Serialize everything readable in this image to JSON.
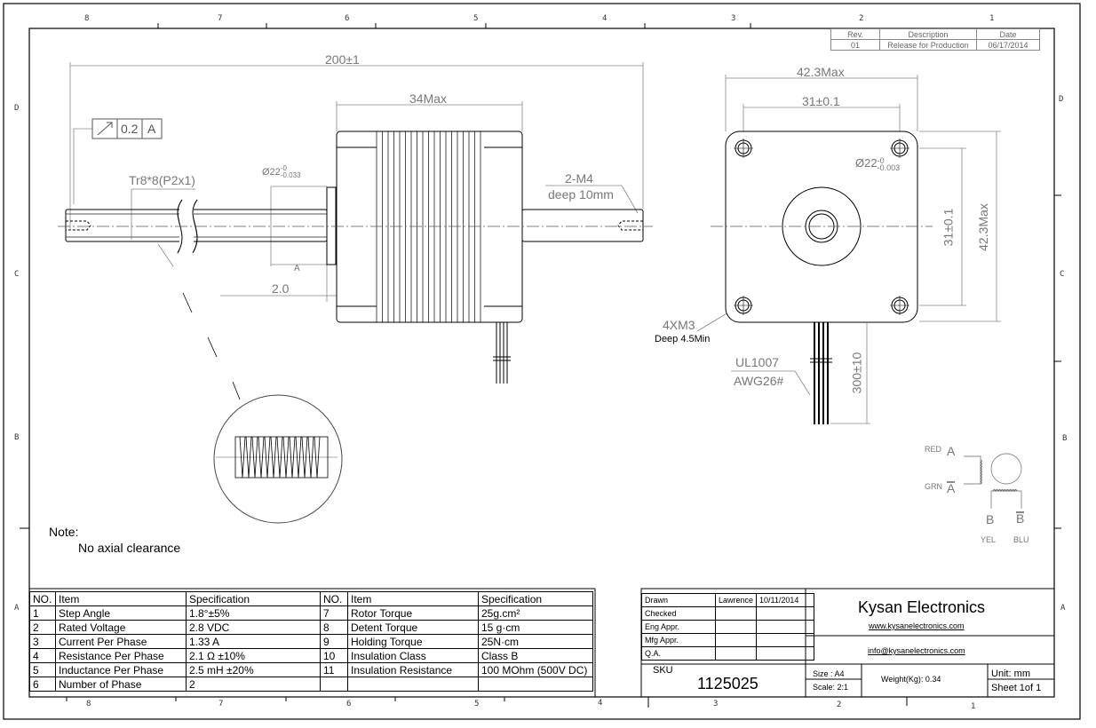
{
  "frame": {
    "zones_top": [
      "8",
      "7",
      "6",
      "5",
      "4",
      "3",
      "2",
      "1"
    ],
    "zones_bottom": [
      "8",
      "7",
      "6",
      "5",
      "4",
      "3",
      "2",
      "1"
    ],
    "zones_left": [
      "D",
      "C",
      "B",
      "A"
    ],
    "zones_right": [
      "D",
      "C",
      "B",
      "A"
    ]
  },
  "revision_table": {
    "headers": [
      "Rev.",
      "Description",
      "Date"
    ],
    "rows": [
      [
        "01",
        "Release for Production",
        "06/17/2014"
      ]
    ]
  },
  "side_view": {
    "overall_length": "200±1",
    "body_length": "34Max",
    "runout_value": "0.2",
    "runout_datum": "A",
    "thread_spec": "Tr8*8(P2x1)",
    "boss_diameter_base": "Ø22",
    "boss_diameter_upper": "-0",
    "boss_diameter_lower": "-0.033",
    "boss_height": "2.0",
    "tapped_holes_line1": "2-M4",
    "tapped_holes_line2": "deep 10mm",
    "datum_symbol": "A"
  },
  "front_view": {
    "width_max": "42.3Max",
    "hole_spacing_h": "31±0.1",
    "hole_spacing_v": "31±0.1",
    "height_max": "42.3Max",
    "boss_diameter_base": "Ø22",
    "boss_diameter_upper": "-0",
    "boss_diameter_lower": "-0.003",
    "mount_holes_line1": "4XM3",
    "mount_holes_line2": "Deep 4.5Min",
    "wire_spec_line1": "UL1007",
    "wire_spec_line2": "AWG26#",
    "lead_length": "300±10"
  },
  "wiring": {
    "a_label": "A",
    "a_color": "RED",
    "abar_label": "A",
    "abar_color": "GRN",
    "b_label": "B",
    "b_color": "YEL",
    "bbar_label": "B",
    "bbar_color": "BLU"
  },
  "note": {
    "title": "Note:",
    "text": "No axial clearance"
  },
  "spec_table": {
    "headers": [
      "NO.",
      "Item",
      "Specification",
      "NO.",
      "Item",
      "Specification"
    ],
    "left_rows": [
      {
        "no": "1",
        "item": "Step Angle",
        "spec": "1.8°±5%"
      },
      {
        "no": "2",
        "item": "Rated Voltage",
        "spec": "2.8 VDC"
      },
      {
        "no": "3",
        "item": "Current Per Phase",
        "spec": "1.33 A"
      },
      {
        "no": "4",
        "item": "Resistance Per Phase",
        "spec": "2.1 Ω  ±10%"
      },
      {
        "no": "5",
        "item": "Inductance Per Phase",
        "spec": "2.5 mH ±20%"
      },
      {
        "no": "6",
        "item": "Number of Phase",
        "spec": "2"
      }
    ],
    "right_rows": [
      {
        "no": "7",
        "item": "Rotor Torque",
        "spec": "25g.cm²"
      },
      {
        "no": "8",
        "item": "Detent Torque",
        "spec": "15 g·cm"
      },
      {
        "no": "9",
        "item": "Holding Torque",
        "spec": "25N·cm"
      },
      {
        "no": "10",
        "item": "Insulation Class",
        "spec": " Class B"
      },
      {
        "no": "11",
        "item": "Insulation Resistance",
        "spec": "100 MOhm (500V DC)"
      },
      {
        "no": "",
        "item": "",
        "spec": ""
      }
    ]
  },
  "title_block": {
    "signoff": [
      {
        "role": "Drawn",
        "name": "Lawrence",
        "date": "10/11/2014"
      },
      {
        "role": "Checked",
        "name": "",
        "date": ""
      },
      {
        "role": "Eng Appr.",
        "name": "",
        "date": ""
      },
      {
        "role": "Mfg Appr.",
        "name": "",
        "date": ""
      },
      {
        "role": "Q.A.",
        "name": "",
        "date": ""
      }
    ],
    "sku_label": "SKU",
    "sku": "1125025",
    "company": "Kysan Electronics",
    "website": "www.kysanelectronics.com",
    "email": "info@kysanelectronics.com",
    "size": "Size : A4",
    "scale": "Scale: 2:1",
    "weight": "Weight(Kg):  0.34",
    "unit": "Unit: mm",
    "sheet": "Sheet 1of 1"
  }
}
